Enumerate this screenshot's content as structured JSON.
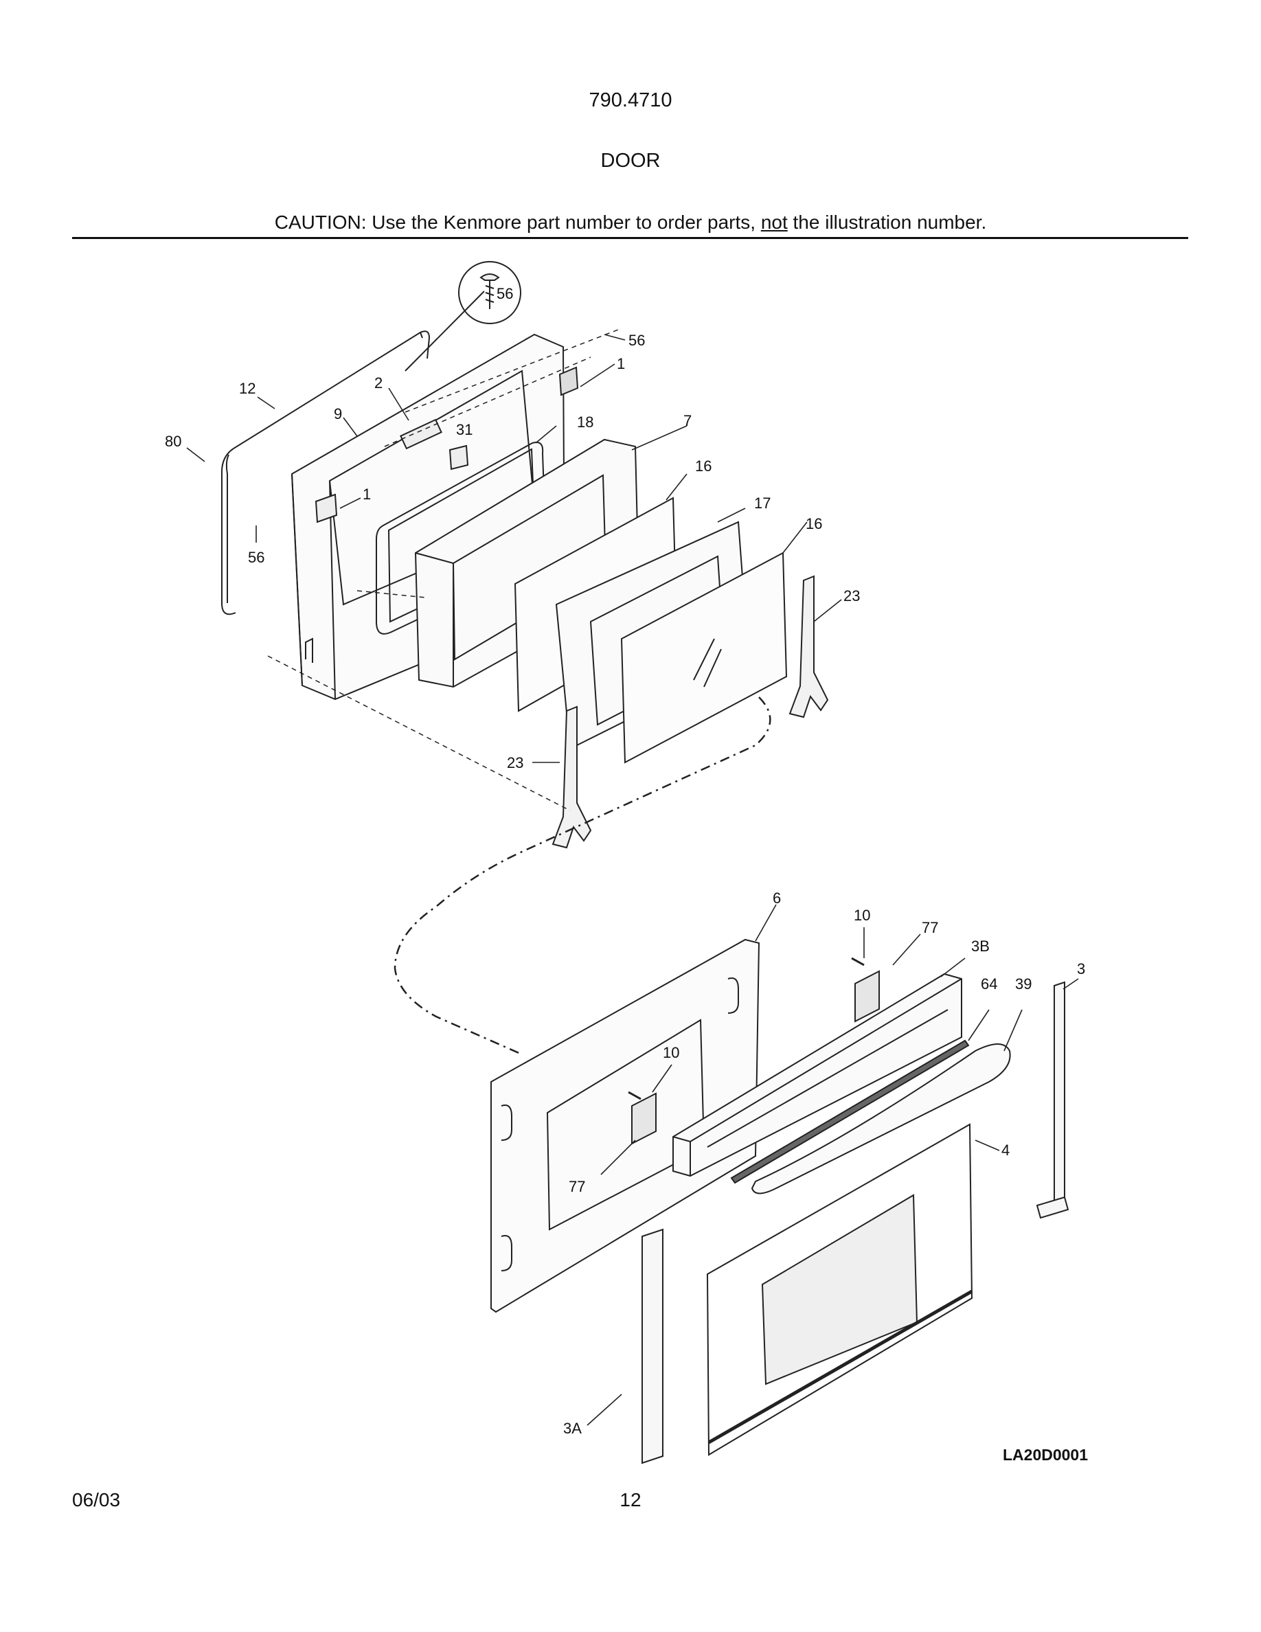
{
  "header": {
    "model": "790.4710",
    "section": "DOOR",
    "caution_prefix": "CAUTION: Use the Kenmore part number to order parts, ",
    "caution_emphasis": "not",
    "caution_suffix": " the illustration number."
  },
  "callouts": {
    "screw_detail": "56",
    "screw_top": "56",
    "hinge_bracket_top": "1",
    "gasket": "12",
    "plate": "2",
    "panel": "9",
    "clip": "31",
    "seal": "18",
    "frame": "7",
    "label": "80",
    "hinge_bracket_left": "1",
    "screw_left": "56",
    "glass_a": "16",
    "spacer": "17",
    "glass_b": "16",
    "hinge_right": "23",
    "hinge_left": "23",
    "door_liner": "6",
    "screw_b1": "10",
    "hinge_plate_b1": "77",
    "trim_top": "3B",
    "trim_right": "3",
    "gasket_b": "64",
    "handle": "39",
    "screw_b2": "10",
    "hinge_plate_b2": "77",
    "outer_panel": "4",
    "trim_left": "3A"
  },
  "diagram_code": "LA20D0001",
  "footer": {
    "date": "06/03",
    "page": "12"
  }
}
